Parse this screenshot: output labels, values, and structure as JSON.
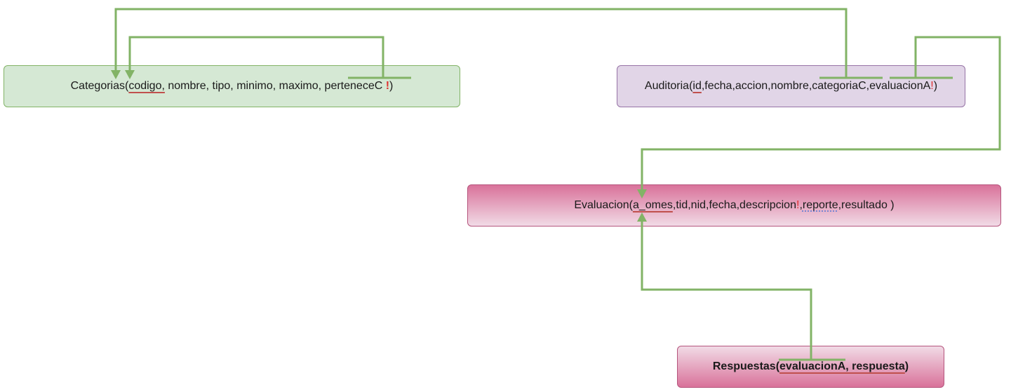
{
  "nodes": {
    "categorias": {
      "name": "Categorias(",
      "pk": "codigo,",
      "attrs": " nombre, tipo, minimo, maximo, perteneceC ",
      "warn": "!",
      "close": ")"
    },
    "auditoria": {
      "name": "Auditoria(",
      "pk": "id",
      "attrs": ",fecha,accion,nombre,categoriaC,evaluacionA",
      "warn": "!",
      "close": ")"
    },
    "evaluacion": {
      "name": "Evaluacion(",
      "pk": "a_omes",
      "attrs": ",tid,nid,fecha,descripcion",
      "warn": "!",
      "sep": ",",
      "dotted": "reporte",
      "tail": ",resultado )"
    },
    "respuestas": {
      "name": "Respuestas(",
      "pk": "evaluacionA, respuesta",
      "close": ")"
    }
  },
  "colors": {
    "edge": "#82b366",
    "categorias_fill": "#d5e8d4",
    "auditoria_fill": "#e1d5e7",
    "evaluacion_fill": "#d9729a",
    "warning": "#e03030"
  }
}
